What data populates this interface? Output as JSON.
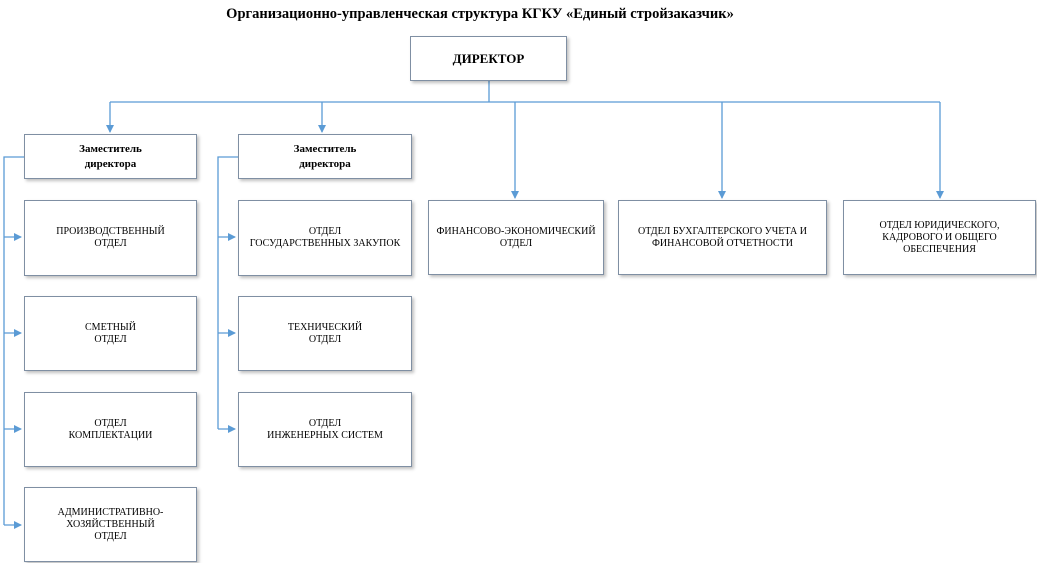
{
  "title": "Организационно-управленческая структура КГКУ «Единый стройзаказчик»",
  "colors": {
    "line": "#5b9bd5",
    "border": "#7f8fa3"
  },
  "director": "ДИРЕКТОР",
  "deputy1": {
    "label": "Заместитель\nдиректора",
    "departments": [
      "ПРОИЗВОДСТВЕННЫЙ\nОТДЕЛ",
      "СМЕТНЫЙ\nОТДЕЛ",
      "ОТДЕЛ\nКОМПЛЕКТАЦИИ",
      "АДМИНИСТРАТИВНО-\nХОЗЯЙСТВЕННЫЙ\nОТДЕЛ"
    ]
  },
  "deputy2": {
    "label": "Заместитель\nдиректора",
    "departments": [
      "ОТДЕЛ\nГОСУДАРСТВЕННЫХ ЗАКУПОК",
      "ТЕХНИЧЕСКИЙ\nОТДЕЛ",
      "ОТДЕЛ\nИНЖЕНЕРНЫХ СИСТЕМ"
    ]
  },
  "direct_departments": [
    "ФИНАНСОВО-ЭКОНОМИЧЕСКИЙ\nОТДЕЛ",
    "ОТДЕЛ БУХГАЛТЕРСКОГО УЧЕТА И\nФИНАНСОВОЙ ОТЧЕТНОСТИ",
    "ОТДЕЛ ЮРИДИЧЕСКОГО,\nКАДРОВОГО И ОБЩЕГО\nОБЕСПЕЧЕНИЯ"
  ]
}
